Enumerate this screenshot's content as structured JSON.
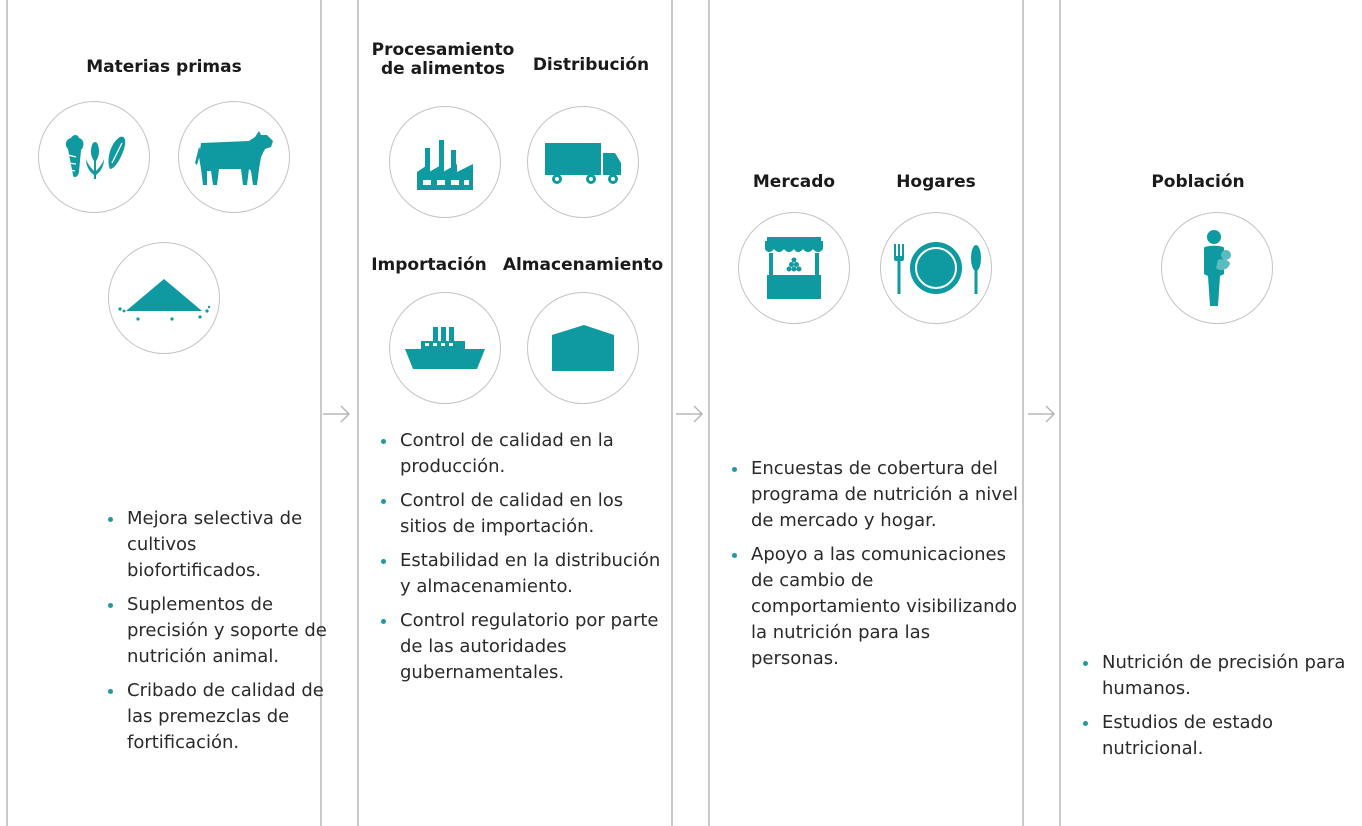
{
  "accent_color": "#0e9aa0",
  "stages": [
    {
      "titles": [
        "Materias primas"
      ],
      "icons": [
        "crops-icon",
        "cow-icon",
        "premix-powder-icon"
      ],
      "bullets": [
        "Mejora selectiva de cultivos biofortificados.",
        "Suplementos de precisión y soporte de nutrición animal.",
        "Cribado de calidad de las premezclas de fortificación."
      ]
    },
    {
      "titles": [
        "Procesamiento de alimentos",
        "Distribución",
        "Importación",
        "Almacenamiento"
      ],
      "icons": [
        "factory-icon",
        "truck-icon",
        "ship-icon",
        "warehouse-icon"
      ],
      "bullets": [
        "Control de calidad en la producción.",
        "Control de calidad en los sitios de importación.",
        "Estabilidad en la distribución y almacenamiento.",
        "Control regulatorio por parte de las autoridades gubernamentales."
      ]
    },
    {
      "titles": [
        "Mercado",
        "Hogares"
      ],
      "icons": [
        "market-stall-icon",
        "plate-icon"
      ],
      "bullets": [
        "Encuestas de cobertura del programa de nutrición a nivel de mercado y hogar.",
        "Apoyo a las comunicaciones de cambio de comportamiento visibilizando la nutrición para las personas."
      ]
    },
    {
      "titles": [
        "Población"
      ],
      "icons": [
        "mother-child-icon"
      ],
      "bullets": [
        "Nutrición de precisión para humanos.",
        "Estudios de estado nutricional."
      ]
    }
  ],
  "arrows": [
    "arrow-right-icon",
    "arrow-right-icon",
    "arrow-right-icon"
  ]
}
